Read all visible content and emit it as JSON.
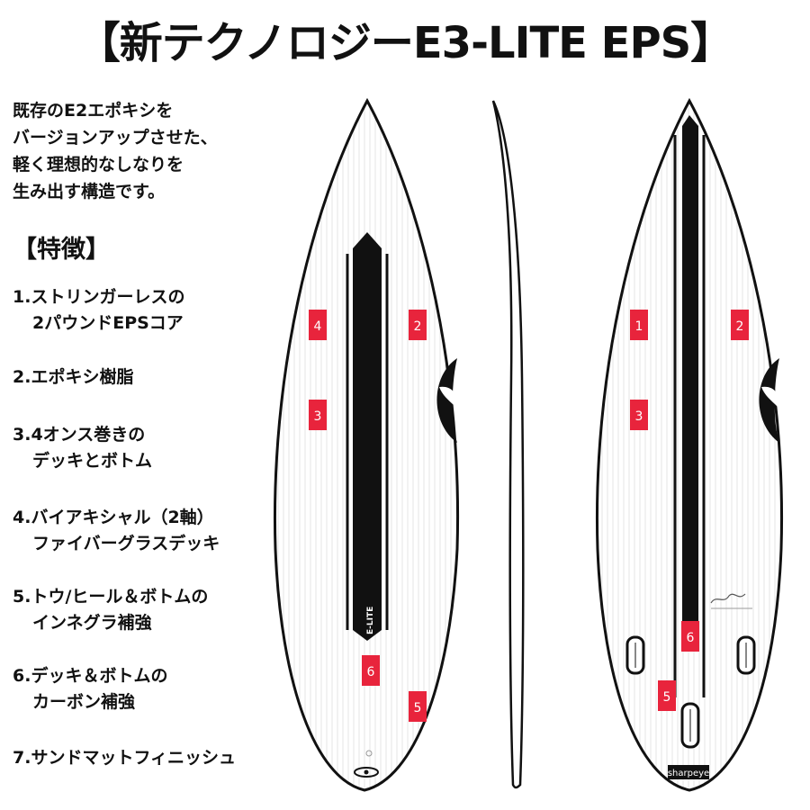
{
  "title": "【新テクノロジーE3-LITE EPS】",
  "intro": [
    "既存のE2エポキシを",
    "バージョンアップさせた、",
    "軽く理想的なしなりを",
    "生み出す構造です。"
  ],
  "features_heading": "【特徴】",
  "features": [
    {
      "line1": "1.ストリンガーレスの",
      "line2": "2パウンドEPSコア"
    },
    {
      "line1": "2.エポキシ樹脂",
      "line2": ""
    },
    {
      "line1": "3.4オンス巻きの",
      "line2": "デッキとボトム"
    },
    {
      "line1": "4.バイアキシャル（2軸）",
      "line2": "ファイバーグラスデッキ"
    },
    {
      "line1": "5.トウ/ヒール＆ボトムの",
      "line2": "インネグラ補強"
    },
    {
      "line1": "6.デッキ＆ボトムの",
      "line2": "カーボン補強"
    },
    {
      "line1": "7.サンドマットフィニッシュ",
      "line2": ""
    }
  ],
  "deck_markers": [
    "4",
    "2",
    "3",
    "6",
    "5"
  ],
  "bottom_markers": [
    "1",
    "2",
    "3",
    "6",
    "5"
  ],
  "deck_stringer_text": "E-LITE",
  "bottom_logo_text": "sharpeye",
  "colors": {
    "marker": "#e8243c",
    "carbon": "#111111",
    "outline": "#111111",
    "board_fill": "#ffffff"
  }
}
